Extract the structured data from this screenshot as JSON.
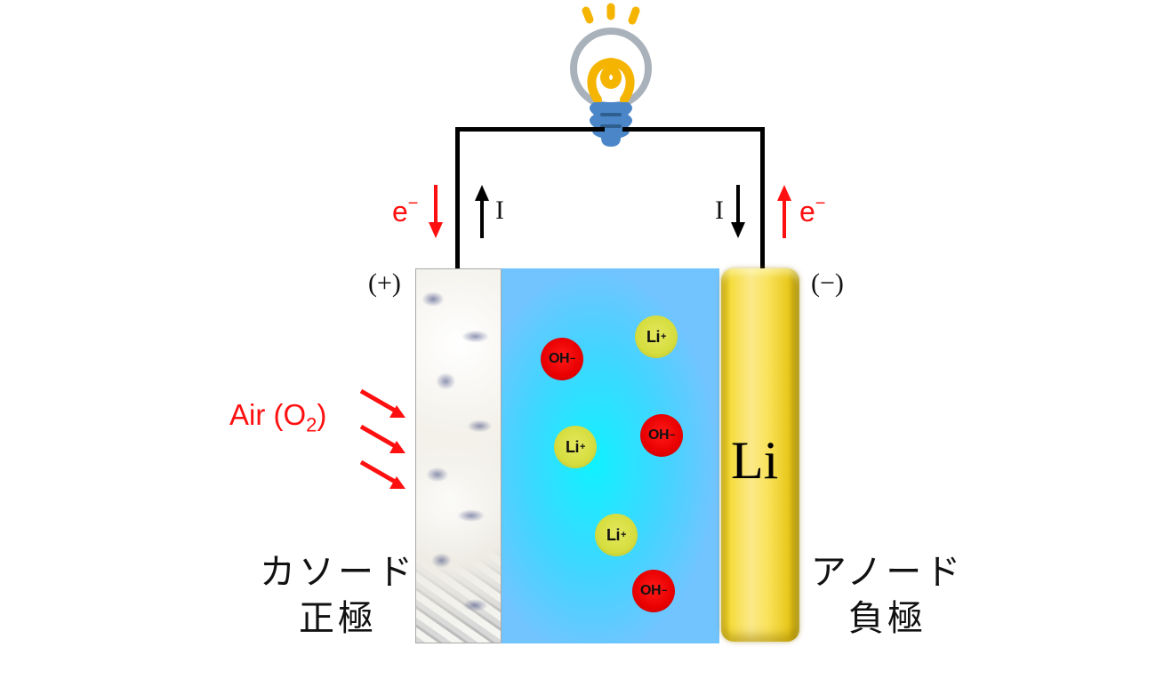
{
  "diagram": {
    "title": "Lithium-air battery schematic",
    "light_bulb": {
      "icon": "light-bulb-icon",
      "colors": {
        "glass": "#a9b2bb",
        "filament": "#f5b400",
        "base": "#4a86c8"
      }
    },
    "left_terminal": {
      "polarity": "(+)",
      "electron_label": "e",
      "electron_sup": "−",
      "electron_direction": "down",
      "current_label": "I",
      "current_direction": "up"
    },
    "right_terminal": {
      "polarity": "(−)",
      "electron_label": "e",
      "electron_sup": "−",
      "electron_direction": "up",
      "current_label": "I",
      "current_direction": "down"
    },
    "air_input": {
      "label": "Air (O",
      "subscript": "2",
      "label_close": ")",
      "arrow_count": 3,
      "color": "#ff1010"
    },
    "cathode": {
      "name_line1": "カソード",
      "name_line2": "正極"
    },
    "anode": {
      "symbol": "Li",
      "name_line1": "アノード",
      "name_line2": "負極",
      "color": "#f5dc3c"
    },
    "electrolyte": {
      "color": "#3fd6ff",
      "ions": [
        {
          "type": "oh",
          "label": "OH",
          "charge": "−"
        },
        {
          "type": "li",
          "label": "Li",
          "charge": "+"
        },
        {
          "type": "li",
          "label": "Li",
          "charge": "+"
        },
        {
          "type": "oh",
          "label": "OH",
          "charge": "−"
        },
        {
          "type": "li",
          "label": "Li",
          "charge": "+"
        },
        {
          "type": "oh",
          "label": "OH",
          "charge": "−"
        }
      ]
    }
  }
}
